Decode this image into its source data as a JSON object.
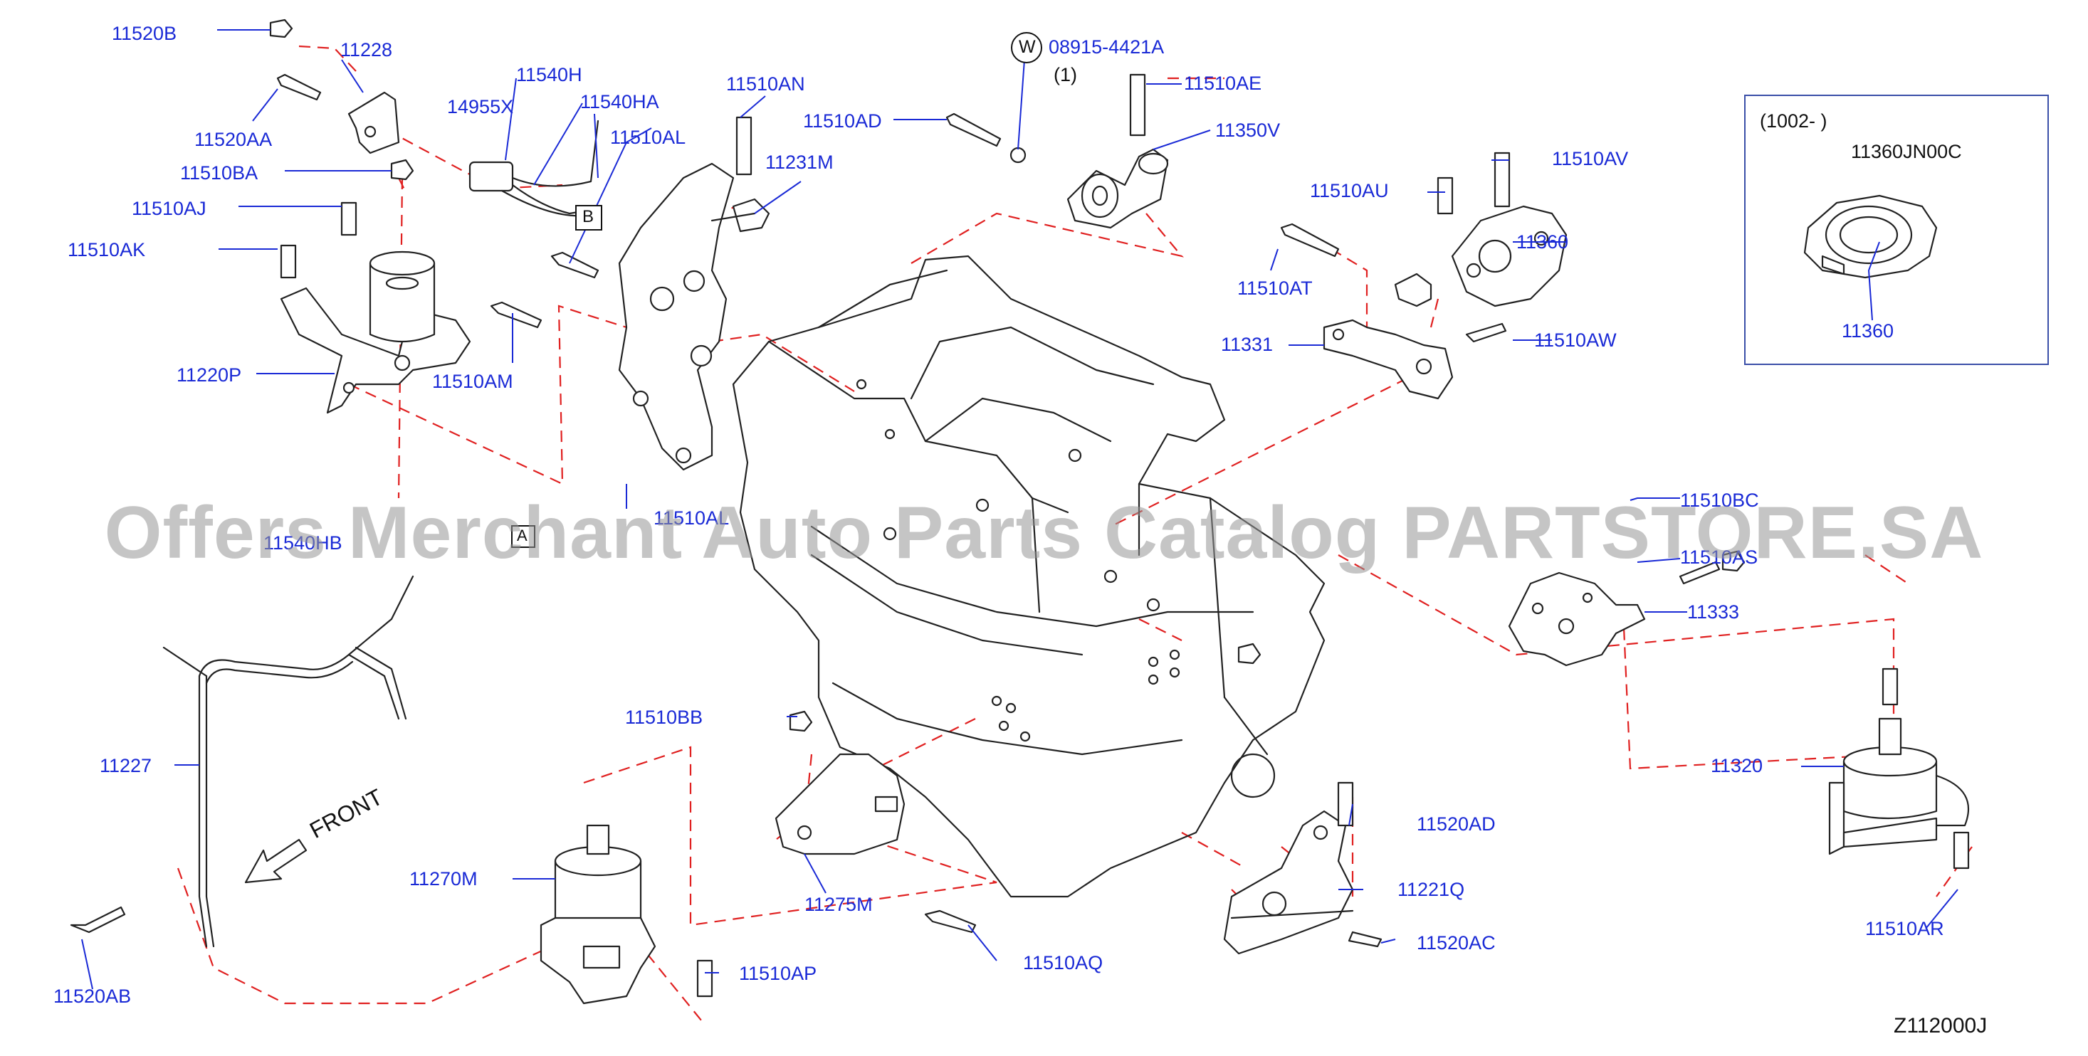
{
  "diagram": {
    "code": "Z112000J",
    "watermark": "Offers Merchant Auto Parts Catalog PARTSTORE.SA",
    "front_label": "FRONT",
    "inset": {
      "range": "(1002-      )",
      "part_no": "11360JN00C",
      "label": "11360"
    },
    "washer": {
      "symbol": "W",
      "part_no": "08915-4421A",
      "qty": "(1)"
    },
    "connectors": {
      "a": "A",
      "b": "B"
    },
    "parts": {
      "p11520B": "11520B",
      "p11228": "11228",
      "p11520AA": "11520AA",
      "p11540H": "11540H",
      "p14955X": "14955X",
      "p11540HA": "11540HA",
      "p11510BA": "11510BA",
      "p11510AJ": "11510AJ",
      "p11510AK": "11510AK",
      "p11220P": "11220P",
      "p11510AM": "11510AM",
      "p11510AL_top": "11510AL",
      "p11510AL_bot": "11510AL",
      "p11510AN": "11510AN",
      "p11231M": "11231M",
      "p11510AD": "11510AD",
      "p11510AE": "11510AE",
      "p11350V": "11350V",
      "p11510AU": "11510AU",
      "p11510AV": "11510AV",
      "p11360": "11360",
      "p11510AT": "11510AT",
      "p11331": "11331",
      "p11510AW": "11510AW",
      "p11540HB": "11540HB",
      "p11510BC": "11510BC",
      "p11510AS": "11510AS",
      "p11333": "11333",
      "p11510BB": "11510BB",
      "p11227": "11227",
      "p11320": "11320",
      "p11520AD": "11520AD",
      "p11221Q": "11221Q",
      "p11270M": "11270M",
      "p11275M": "11275M",
      "p11520AC": "11520AC",
      "p11510AR": "11510AR",
      "p11510AQ": "11510AQ",
      "p11510AP": "11510AP",
      "p11520AB": "11520AB"
    }
  }
}
